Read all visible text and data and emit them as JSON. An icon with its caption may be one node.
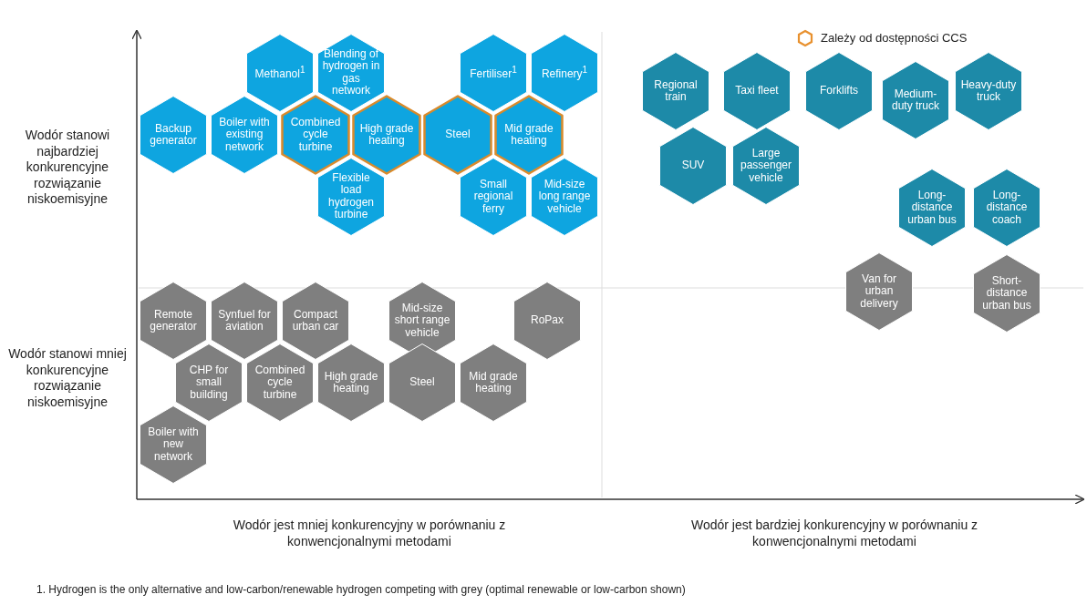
{
  "diagram": {
    "nodes": [
      {
        "text": [
          "Methanol$^{1}$"
        ]
      },
      {
        "text": [
          "Blending of hydrogen in gas network"
        ]
      },
      {
        "text": [
          "Fertiliser$^{1}$"
        ]
      },
      {
        "text": [
          "Refinery$^{1}$"
        ]
      },
      {
        "text": [
          "Backup generator"
        ]
      },
      {
        "text": [
          "Boiler with existing network"
        ]
      },
      {
        "text": [
          "Combined cycle turbine"
        ]
      },
      {
        "text": [
          "High grade heating"
        ]
      },
      {
        "text": [
          "Steel"
        ]
      },
      {
        "text": [
          "Mid grade heating"
        ]
      },
      {
        "text": [
          "Flexible load hydrogen turbine"
        ]
      },
      {
        "text": [
          "Small regional ferry"
        ]
      },
      {
        "text": [
          "Mid-size long range vehicle"
        ]
      },
      {
        "text": [
          "Regional train"
        ]
      },
      {
        "text": [
          "Taxi fleet"
        ]
      },
      {
        "text": [
          "Forklifts"
        ]
      },
      {
        "text": [
          "Medium-duty truck"
        ]
      },
      {
        "text": [
          "Heavy-duty truck"
        ]
      },
      {
        "text": [
          "SUV"
        ]
      },
      {
        "text": [
          "Large passenger vehicle"
        ]
      },
      {
        "text": [
          "Long-distance urban bus"
        ]
      },
      {
        "text": [
          "Long-distance coach"
        ]
      },
      {
        "text": [
          "Van for urban delivery"
        ]
      },
      {
        "text": [
          "Short-distance urban bus"
        ]
      },
      {
        "text": [
          "Remote generator"
        ]
      },
      {
        "text": [
          "Synfuel for aviation"
        ]
      },
      {
        "text": [
          "Compact urban car"
        ]
      },
      {
        "text": [
          "Mid-size short range vehicle"
        ]
      },
      {
        "text": [
          "RoPax"
        ]
      },
      {
        "text": [
          "CHP for small building"
        ]
      },
      {
        "text": [
          "Combined cycle turbine"
        ]
      },
      {
        "text": [
          "High grade heating"
        ]
      },
      {
        "text": [
          "Steel"
        ]
      },
      {
        "text": [
          "Mid grade heating"
        ]
      },
      {
        "text": [
          "Boiler with new network"
        ]
      }
    ],
    "labels": [
      "Wodór stanowi najbardziej konkurencyjne rozwiązanie niskoemisyjne",
      "Wodór stanowi mniej konkurencyjne rozwiązanie niskoemisyjne",
      "Wodór jest mniej konkurencyjny w porównaniu z konwencjonalnymi metodami",
      "Wodór jest bardziej konkurencyjny w porównaniu z konwencjonalnymi metodami",
      "1. Hydrogen is the only alternative and low-carbon/renewable hydrogen competing with grey (optimal renewable or low-carbon shown)"
    ],
    "legend": [
      {
        "text": "Zależy od dostępności CCS"
      }
    ]
  }
}
